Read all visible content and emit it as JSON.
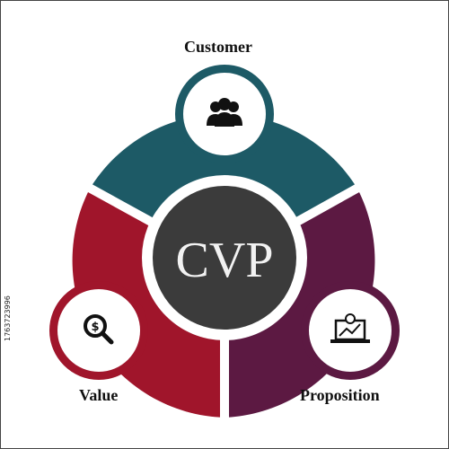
{
  "center_label": "CVP",
  "segments": [
    {
      "label": "Customer",
      "color": "#1d5a66",
      "icon": "people-group-icon"
    },
    {
      "label": "Value",
      "color": "#a0152b",
      "icon": "dollar-search-icon"
    },
    {
      "label": "Proposition",
      "color": "#5c1942",
      "icon": "laptop-chart-icon"
    }
  ],
  "center_color": "#3b3b3b",
  "side_id": "1763723996"
}
